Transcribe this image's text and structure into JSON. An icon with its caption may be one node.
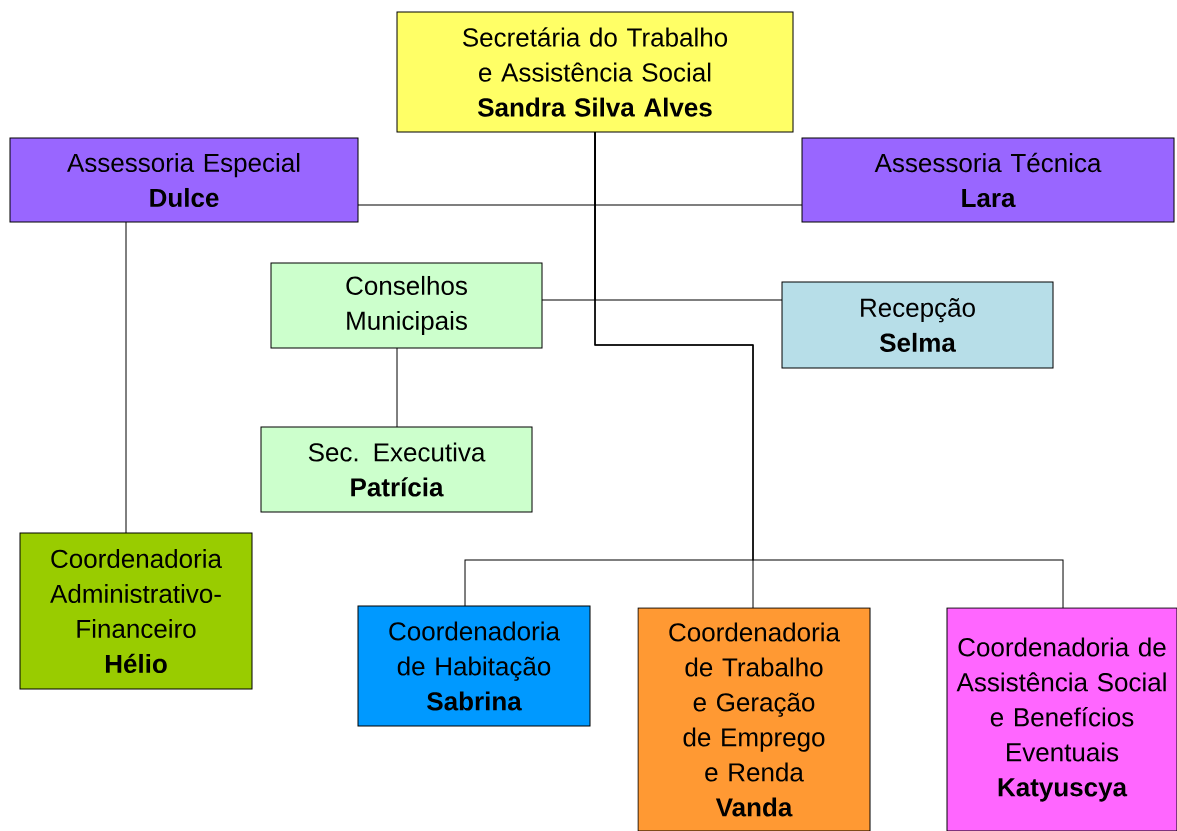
{
  "diagram": {
    "nodes": [
      {
        "text": [
          "Secretária do Trabalho e Assistência Social",
          "Sandra Silva Alves"
        ]
      },
      {
        "text": [
          "Assessoria Especial",
          "Dulce"
        ]
      },
      {
        "text": [
          "Assessoria Técnica",
          "Lara"
        ]
      },
      {
        "text": [
          "Conselhos Municipais"
        ]
      },
      {
        "text": [
          "Recepção",
          "Selma"
        ]
      },
      {
        "text": [
          "Sec. Executiva",
          "Patrícia"
        ]
      },
      {
        "text": [
          "Coordenadoria Administrativo-Financeiro",
          "Hélio"
        ]
      },
      {
        "text": [
          "Coordenadoria de Habitação",
          "Sabrina"
        ]
      },
      {
        "text": [
          "Coordenadoria de Trabalho e Geração de Emprego e Renda",
          "Vanda"
        ]
      },
      {
        "text": [
          "Coordenadoria de Assistência Social e Benefícios Eventuais",
          "Katyuscya"
        ]
      }
    ],
    "edges": [
      {
        "from": 0,
        "to": 1,
        "arrow": "none"
      },
      {
        "from": 0,
        "to": 2,
        "arrow": "none"
      },
      {
        "from": 0,
        "to": 3,
        "arrow": "none"
      },
      {
        "from": 0,
        "to": 4,
        "arrow": "none"
      },
      {
        "from": 3,
        "to": 5,
        "arrow": "none"
      },
      {
        "from": 1,
        "to": 6,
        "arrow": "none"
      },
      {
        "from": 0,
        "to": 7,
        "arrow": "none"
      },
      {
        "from": 0,
        "to": 8,
        "arrow": "none"
      },
      {
        "from": 0,
        "to": 9,
        "arrow": "none"
      }
    ]
  }
}
